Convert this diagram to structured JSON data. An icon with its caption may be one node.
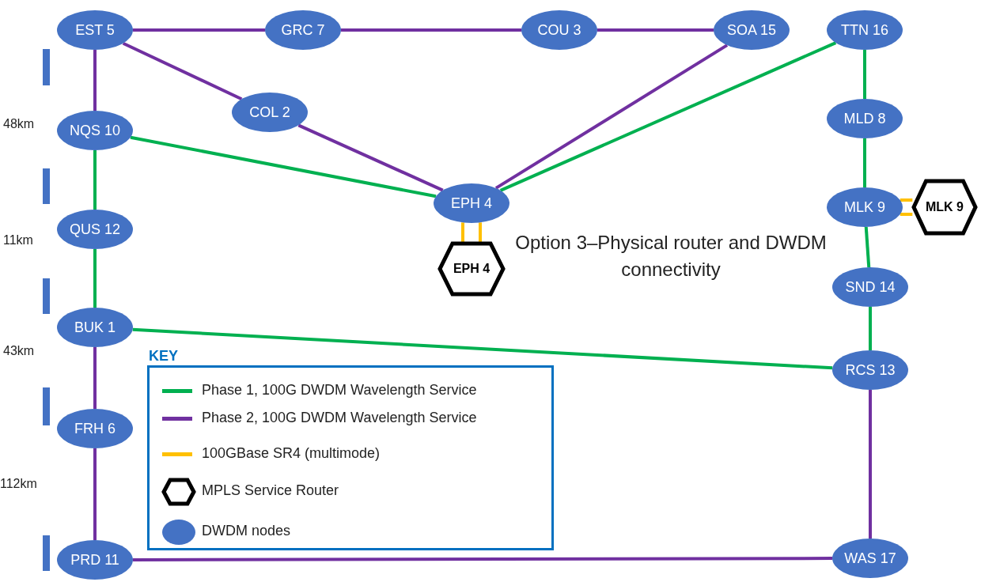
{
  "diagram": {
    "title": "Option 3–Physical router and DWDM connectivity",
    "nodes": [
      {
        "text": [
          "EST 5"
        ]
      },
      {
        "text": [
          "GRC 7"
        ]
      },
      {
        "text": [
          "COU 3"
        ]
      },
      {
        "text": [
          "SOA 15"
        ]
      },
      {
        "text": [
          "TTN 16"
        ]
      },
      {
        "text": [
          "COL 2"
        ]
      },
      {
        "text": [
          "NQS 10"
        ]
      },
      {
        "text": [
          "MLD 8"
        ]
      },
      {
        "text": [
          "EPH 4"
        ]
      },
      {
        "text": [
          "MLK 9"
        ]
      },
      {
        "text": [
          "EPH 4"
        ]
      },
      {
        "text": [
          "MLK 9"
        ]
      },
      {
        "text": [
          "QUS 12"
        ]
      },
      {
        "text": [
          "SND 14"
        ]
      },
      {
        "text": [
          "BUK 1"
        ]
      },
      {
        "text": [
          "RCS 13"
        ]
      },
      {
        "text": [
          "FRH 6"
        ]
      },
      {
        "text": [
          "PRD 11"
        ]
      },
      {
        "text": [
          "WAS 17"
        ]
      }
    ],
    "edges": [
      {
        "from": 0,
        "to": 1,
        "arrow": "none"
      },
      {
        "from": 1,
        "to": 2,
        "arrow": "none"
      },
      {
        "from": 2,
        "to": 3,
        "arrow": "none"
      },
      {
        "from": 0,
        "to": 6,
        "arrow": "none"
      },
      {
        "from": 0,
        "to": 5,
        "arrow": "none"
      },
      {
        "from": 5,
        "to": 8,
        "arrow": "none"
      },
      {
        "from": 3,
        "to": 8,
        "arrow": "none"
      },
      {
        "from": 6,
        "to": 8,
        "arrow": "none",
        "color": "#00b050"
      },
      {
        "from": 8,
        "to": 4,
        "arrow": "none",
        "color": "#00b050"
      },
      {
        "from": 6,
        "to": 12,
        "arrow": "none",
        "color": "#00b050"
      },
      {
        "from": 12,
        "to": 14,
        "arrow": "none",
        "color": "#00b050"
      },
      {
        "from": 14,
        "to": 15,
        "arrow": "none",
        "color": "#00b050"
      },
      {
        "from": 4,
        "to": 7,
        "arrow": "none",
        "color": "#00b050"
      },
      {
        "from": 7,
        "to": 9,
        "arrow": "none",
        "color": "#00b050"
      },
      {
        "from": 9,
        "to": 13,
        "arrow": "none",
        "color": "#00b050"
      },
      {
        "from": 13,
        "to": 15,
        "arrow": "none",
        "color": "#00b050"
      },
      {
        "from": 8,
        "to": 10,
        "arrow": "none",
        "color": "#ffc000"
      },
      {
        "from": 8,
        "to": 10,
        "arrow": "none",
        "color": "#ffc000"
      },
      {
        "from": 9,
        "to": 11,
        "arrow": "none",
        "color": "#ffc000"
      },
      {
        "from": 9,
        "to": 11,
        "arrow": "none",
        "color": "#ffc000"
      },
      {
        "from": 14,
        "to": 16,
        "arrow": "none"
      },
      {
        "from": 16,
        "to": 17,
        "arrow": "none"
      },
      {
        "from": 17,
        "to": 18,
        "arrow": "none"
      },
      {
        "from": 15,
        "to": 18,
        "arrow": "none"
      }
    ],
    "labels": [
      "48km",
      "11km",
      "43km",
      "112km",
      "KEY"
    ],
    "legend": [
      {
        "text": "Phase 1, 100G DWDM Wavelength Service"
      },
      {
        "text": "Phase 2, 100G DWDM Wavelength Service"
      },
      {
        "text": "100GBase SR4 (multimode)"
      },
      {
        "text": "MPLS Service Router"
      },
      {
        "text": "DWDM nodes"
      }
    ]
  }
}
